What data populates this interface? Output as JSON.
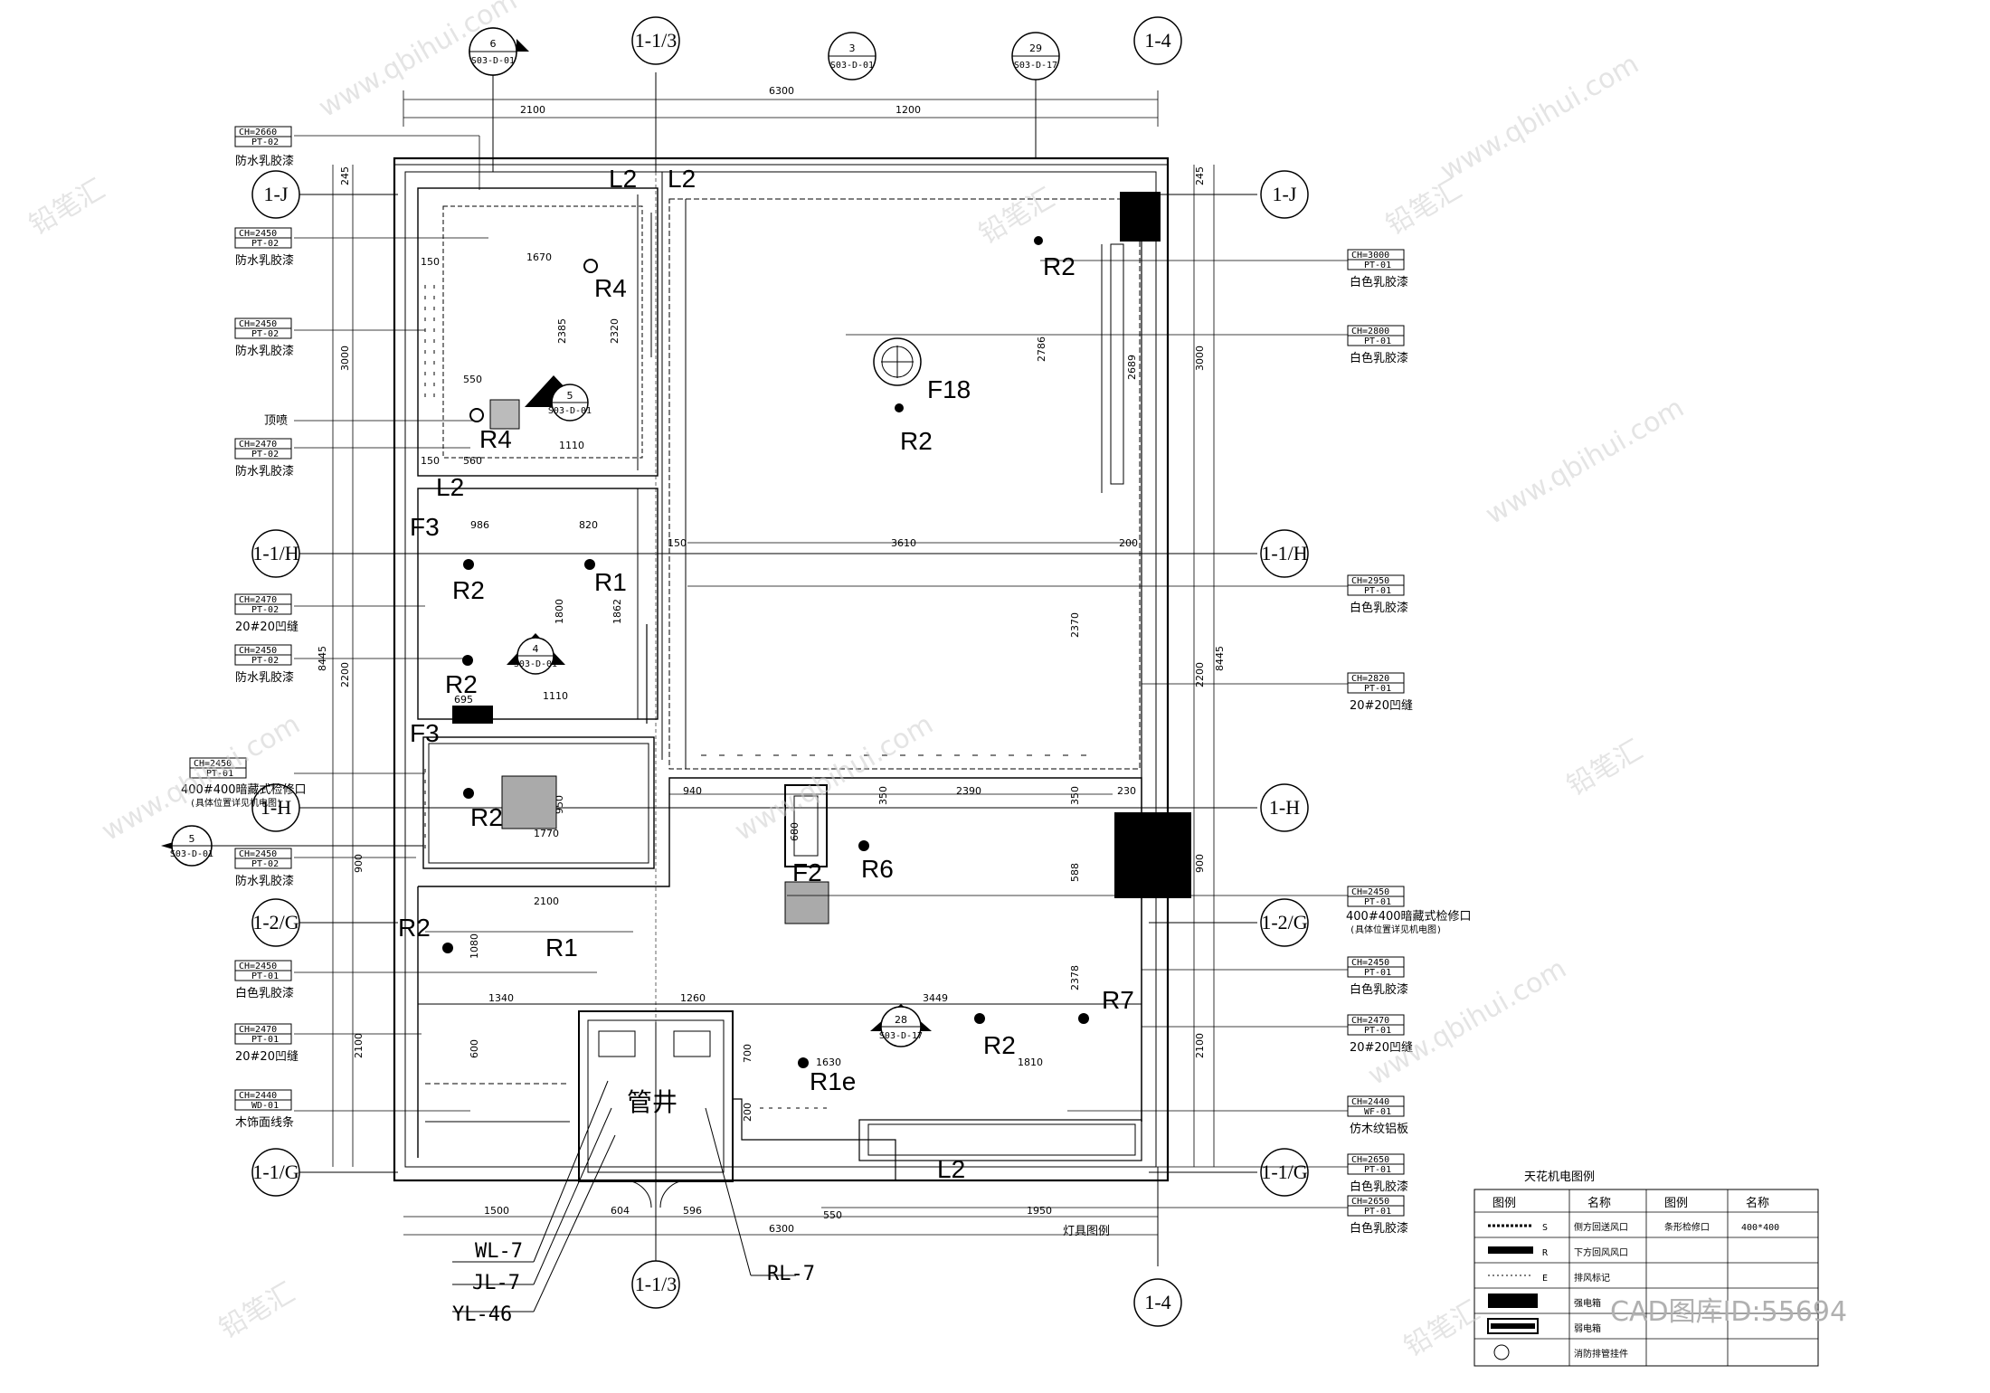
{
  "labels": {
    "L2a": "L2",
    "L2b": "L2",
    "L2c": "L2",
    "L2d": "L2",
    "R4a": "R4",
    "R4b": "R4",
    "R2a": "R2",
    "R2b": "R2",
    "R2c": "R2",
    "R2d": "R2",
    "R2e": "R2",
    "R2f": "R2",
    "R2g": "R2",
    "R1a": "R1",
    "R1b": "R1",
    "F3a": "F3",
    "F3b": "F3",
    "F18": "F18",
    "F2": "F2",
    "R6": "R6",
    "R7": "R7",
    "R1e": "R1e",
    "guanjing": "管井"
  },
  "pipes": {
    "wl": "WL-7",
    "jl": "JL-7",
    "yl": "YL-46",
    "rl": "RL-7"
  },
  "grid_axes": {
    "top": [
      "6",
      "1-1/3",
      "3",
      "29",
      "1-4"
    ],
    "top_sub": [
      "S03-D-01",
      "S03-D-01",
      "S03-D-17"
    ],
    "left": [
      "1-J",
      "1-1/H",
      "1-H",
      "1-2/G",
      "1-1/G"
    ],
    "right": [
      "1-J",
      "1-1/H",
      "1-H",
      "1-2/G",
      "1-1/G"
    ],
    "bottom": [
      "1-1/3",
      "1-4"
    ],
    "sections": [
      "5",
      "4",
      "5",
      "28"
    ],
    "section_sub": [
      "S03-D-01",
      "S03-D-01",
      "S03-D-01",
      "S03-D-17"
    ]
  },
  "dims": {
    "top_total": "6300",
    "top_a": "2100",
    "top_b": "1200",
    "bottom_total": "6300",
    "bottom_a": "1500",
    "bottom_b": "604",
    "bottom_c": "596",
    "bottom_d": "1950",
    "bottom_e": "550",
    "left_total": "8445",
    "left_a": "3000",
    "left_b": "2200",
    "left_c": "900",
    "left_d": "2100",
    "left_e": "245",
    "right_total": "8445",
    "right_a": "3000",
    "right_b": "2200",
    "right_c": "900",
    "right_d": "2100",
    "right_e": "245",
    "inner": [
      "1670",
      "2385",
      "2320",
      "550",
      "560",
      "150",
      "150",
      "1110",
      "986",
      "820",
      "3610",
      "150",
      "200",
      "1800",
      "1862",
      "2370",
      "1110",
      "695",
      "940",
      "2390",
      "680",
      "350",
      "350",
      "230",
      "1770",
      "950",
      "2100",
      "1080",
      "1340",
      "1260",
      "3449",
      "2378",
      "1810",
      "600",
      "700",
      "1630",
      "200",
      "588",
      "2786",
      "2689"
    ]
  },
  "notes_left": [
    {
      "code": "CH=2660",
      "mat": "PT-02",
      "text": "防水乳胶漆"
    },
    {
      "code": "CH=2450",
      "mat": "PT-02",
      "text": "防水乳胶漆"
    },
    {
      "code": "CH=2450",
      "mat": "PT-02",
      "text": "防水乳胶漆"
    },
    {
      "code": "CH=2470",
      "mat": "PT-02",
      "text": "防水乳胶漆"
    },
    {
      "code": "CH=2470",
      "mat": "PT-02",
      "text": "20#20凹缝"
    },
    {
      "code": "CH=2450",
      "mat": "PT-02",
      "text": "防水乳胶漆"
    },
    {
      "code": "CH=2450",
      "mat": "PT-01",
      "text": "400#400暗藏式检修口"
    },
    {
      "code": "CH=2450",
      "mat": "PT-02",
      "text": "防水乳胶漆"
    },
    {
      "code": "CH=2450",
      "mat": "PT-01",
      "text": "白色乳胶漆"
    },
    {
      "code": "CH=2470",
      "mat": "PT-01",
      "text": "20#20凹缝"
    },
    {
      "code": "CH=2440",
      "mat": "WD-01",
      "text": "木饰面线条"
    }
  ],
  "notes_left_extra": {
    "dingpen": "顶喷",
    "check_sub": "(具体位置详见机电图)"
  },
  "notes_right": [
    {
      "code": "CH=3000",
      "mat": "PT-01",
      "text": "白色乳胶漆"
    },
    {
      "code": "CH=2800",
      "mat": "PT-01",
      "text": "白色乳胶漆"
    },
    {
      "code": "CH=2950",
      "mat": "PT-01",
      "text": "白色乳胶漆"
    },
    {
      "code": "CH=2820",
      "mat": "PT-01",
      "text": "20#20凹缝"
    },
    {
      "code": "CH=2450",
      "mat": "PT-01",
      "text": "400#400暗藏式检修口"
    },
    {
      "code": "CH=2450",
      "mat": "PT-01",
      "text": "白色乳胶漆"
    },
    {
      "code": "CH=2470",
      "mat": "PT-01",
      "text": "20#20凹缝"
    },
    {
      "code": "CH=2440",
      "mat": "WF-01",
      "text": "仿木纹铝板"
    },
    {
      "code": "CH=2650",
      "mat": "PT-01",
      "text": "白色乳胶漆"
    },
    {
      "code": "CH=2650",
      "mat": "PT-01",
      "text": "白色乳胶漆"
    }
  ],
  "notes_right_extra": {
    "check_sub": "(具体位置详见机电图)"
  },
  "legend": {
    "title": "天花机电图例",
    "subtitle": "灯具图例",
    "headers": [
      "图例",
      "名称",
      "图例",
      "名称"
    ],
    "rows": [
      {
        "sym": "S",
        "name": "侧方回送风口",
        "name2": "条形检修口",
        "size": "400*400"
      },
      {
        "sym": "R",
        "name": "下方回风风口"
      },
      {
        "sym": "E",
        "name": "排风标记"
      },
      {
        "sym": "",
        "name": "强电箱"
      },
      {
        "sym": "",
        "name": "弱电箱"
      },
      {
        "sym": "",
        "name": "消防排管挂件"
      }
    ]
  },
  "watermark": {
    "text": "www.qbihui.com",
    "brand": "铅笔汇",
    "stamp": "CAD图库ID:55694"
  }
}
